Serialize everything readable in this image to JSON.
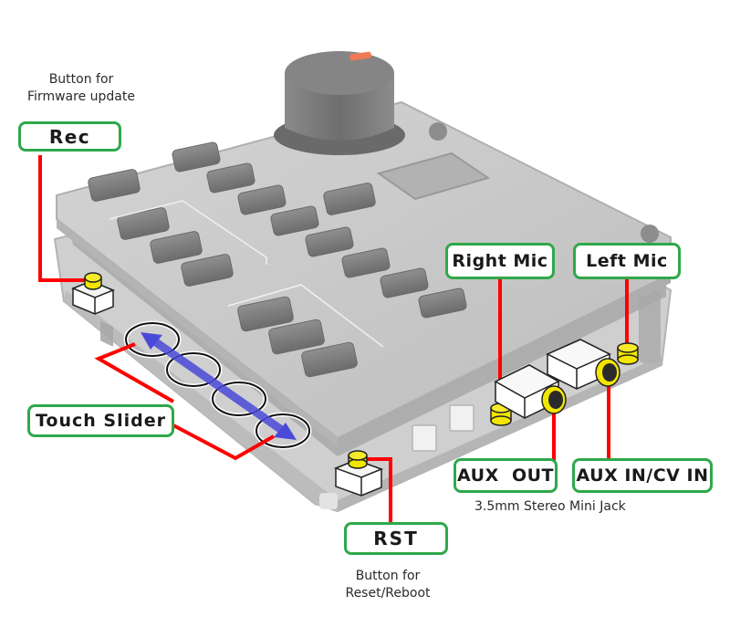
{
  "diagram": {
    "subject": "Synthesizer PCB module with hardware callouts",
    "colors": {
      "label_border": "#2fa84a",
      "leader_line": "#ff0000",
      "highlight_component": "#f2e600",
      "slider_arrow": "#4a4ad8",
      "board": "#c9c9c9"
    },
    "callouts": {
      "rec": {
        "label": "Rec",
        "caption_line1": "Button for",
        "caption_line2": "Firmware update"
      },
      "touch_slider": {
        "label": "Touch Slider"
      },
      "rst": {
        "label": "RST",
        "caption_line1": "Button for",
        "caption_line2": "Reset/Reboot"
      },
      "right_mic": {
        "label": "Right Mic"
      },
      "left_mic": {
        "label": "Left Mic"
      },
      "aux_out": {
        "label": "AUX  OUT"
      },
      "aux_in": {
        "label": "AUX IN/CV IN"
      },
      "jack_note": "3.5mm Stereo Mini Jack"
    },
    "icons": {
      "knob": "rotary-encoder-knob",
      "rec_button": "tactile-switch-yellow",
      "rst_button": "tactile-switch-yellow",
      "mics": "yellow-microphone-capsule",
      "jacks": "stereo-mini-jack",
      "slider": "double-headed-arrow"
    }
  }
}
